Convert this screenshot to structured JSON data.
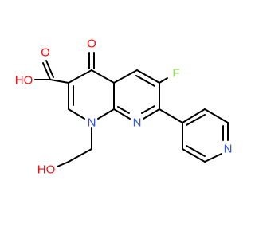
{
  "molecule": {
    "atoms": {
      "ho_acid": "HO",
      "o_acid_carbonyl": "O",
      "o_ketone": "O",
      "f": "F",
      "n1": "N",
      "n8": "N",
      "n_pyridine": "N",
      "ho_ethyl": "HO"
    },
    "colors": {
      "oxygen": "#ff0d0d",
      "nitrogen": "#3050f8",
      "fluorine": "#90e050",
      "bond": "#000000"
    }
  }
}
